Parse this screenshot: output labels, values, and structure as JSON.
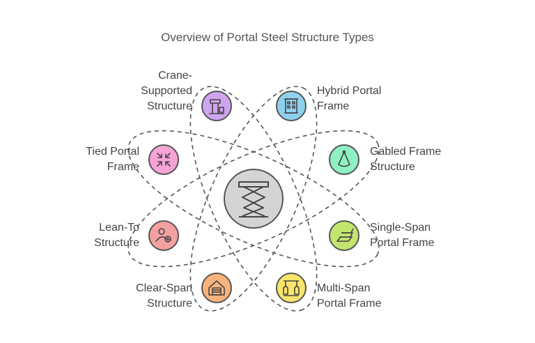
{
  "title": "Overview of Portal Steel Structure Types",
  "center": {
    "icon": "scissor-lift-icon",
    "color": "#d4d4d4"
  },
  "nodes": [
    {
      "id": "crane-supported",
      "lines": [
        "Crane-",
        "Supported",
        "Structure"
      ],
      "icon": "crane-icon",
      "color": "#cfa5f0"
    },
    {
      "id": "tied-portal",
      "lines": [
        "Tied Portal",
        "Frame"
      ],
      "icon": "arrows-inward-icon",
      "color": "#f7a3d6"
    },
    {
      "id": "lean-to",
      "lines": [
        "Lean-To",
        "Structure"
      ],
      "icon": "user-add-icon",
      "color": "#f5a0a0"
    },
    {
      "id": "clear-span",
      "lines": [
        "Clear-Span",
        "Structure"
      ],
      "icon": "warehouse-icon",
      "color": "#f8b27b"
    },
    {
      "id": "hybrid-portal",
      "lines": [
        "Hybrid Portal",
        "Frame"
      ],
      "icon": "building-icon",
      "color": "#8fd0ee"
    },
    {
      "id": "gabled-frame",
      "lines": [
        "Gabled Frame",
        "Structure"
      ],
      "icon": "cone-icon",
      "color": "#8ff0c2"
    },
    {
      "id": "single-span",
      "lines": [
        "Single-Span",
        "Portal Frame"
      ],
      "icon": "layers-icon",
      "color": "#c2e56f"
    },
    {
      "id": "multi-span",
      "lines": [
        "Multi-Span",
        "Portal Frame"
      ],
      "icon": "pillars-icon",
      "color": "#f8e66b"
    }
  ]
}
